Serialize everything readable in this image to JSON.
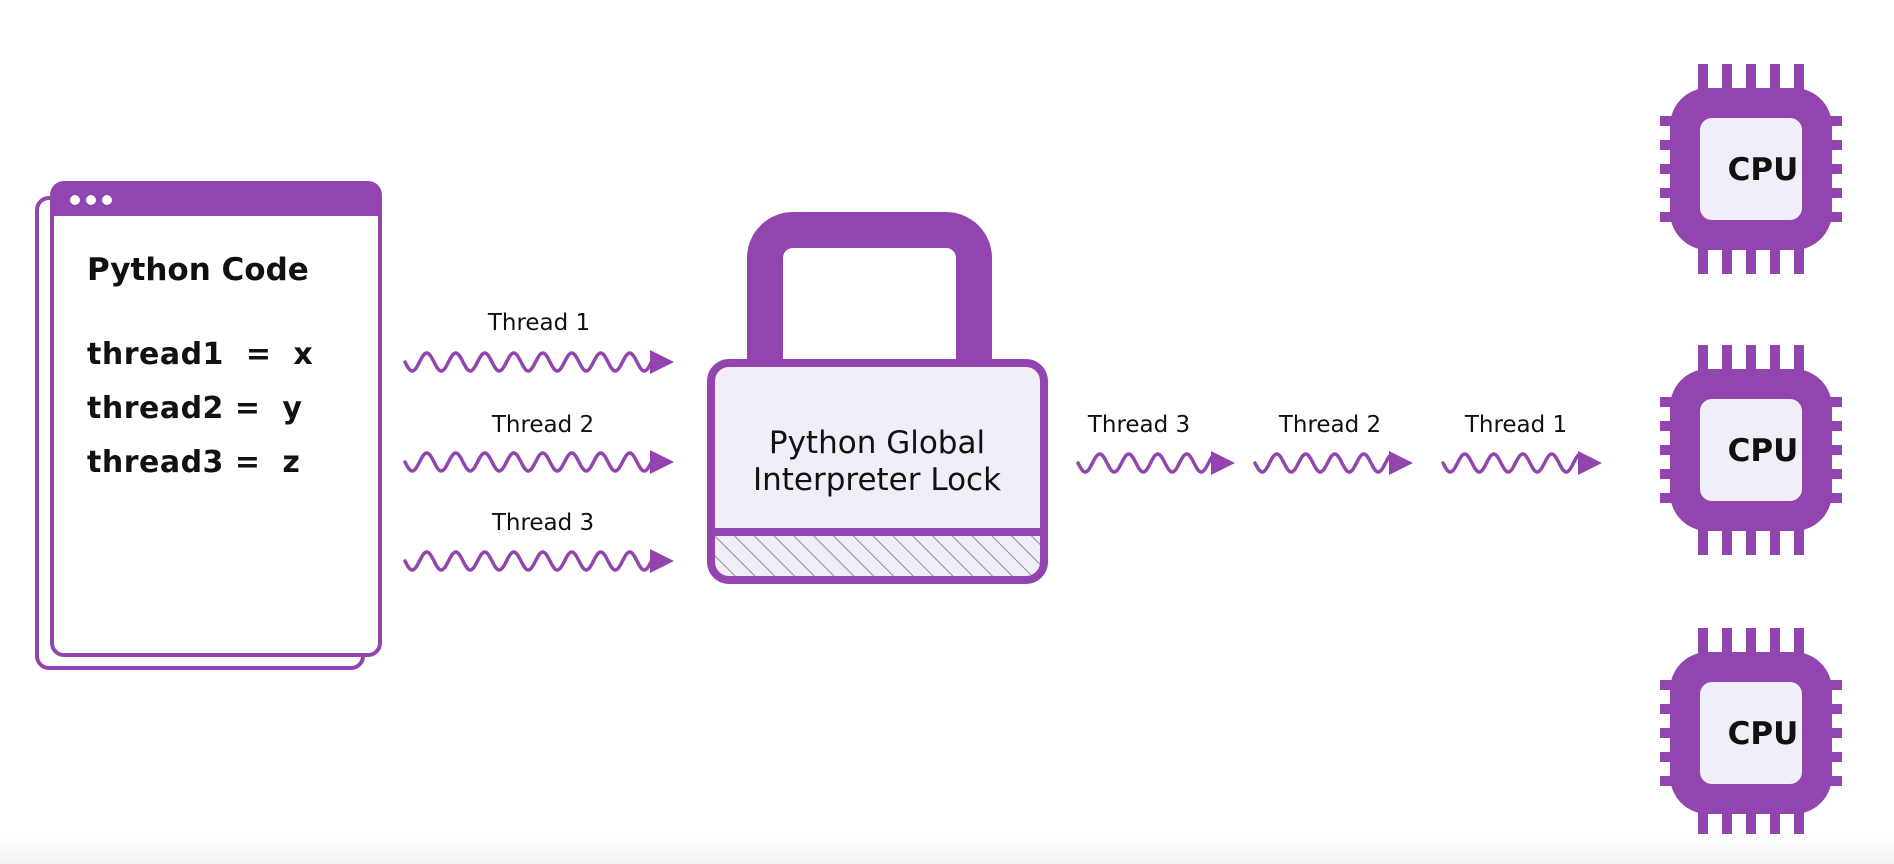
{
  "colors": {
    "accent": "#9345af",
    "panel_fill": "#f0eef8",
    "text": "#111111",
    "background": "#ffffff"
  },
  "code_window": {
    "title": "Python Code",
    "lines": [
      "thread1  =  x",
      "thread2 =  y",
      "thread3 =  z"
    ]
  },
  "incoming_threads": [
    "Thread 1",
    "Thread 2",
    "Thread 3"
  ],
  "lock": {
    "line1": "Python Global",
    "line2": "Interpreter Lock"
  },
  "outgoing_threads": [
    "Thread 3",
    "Thread 2",
    "Thread 1"
  ],
  "cpus": [
    "CPU",
    "CPU",
    "CPU"
  ],
  "icons": [
    "window-dots-icon",
    "padlock-icon",
    "wavy-arrow-icon",
    "cpu-chip-icon"
  ]
}
